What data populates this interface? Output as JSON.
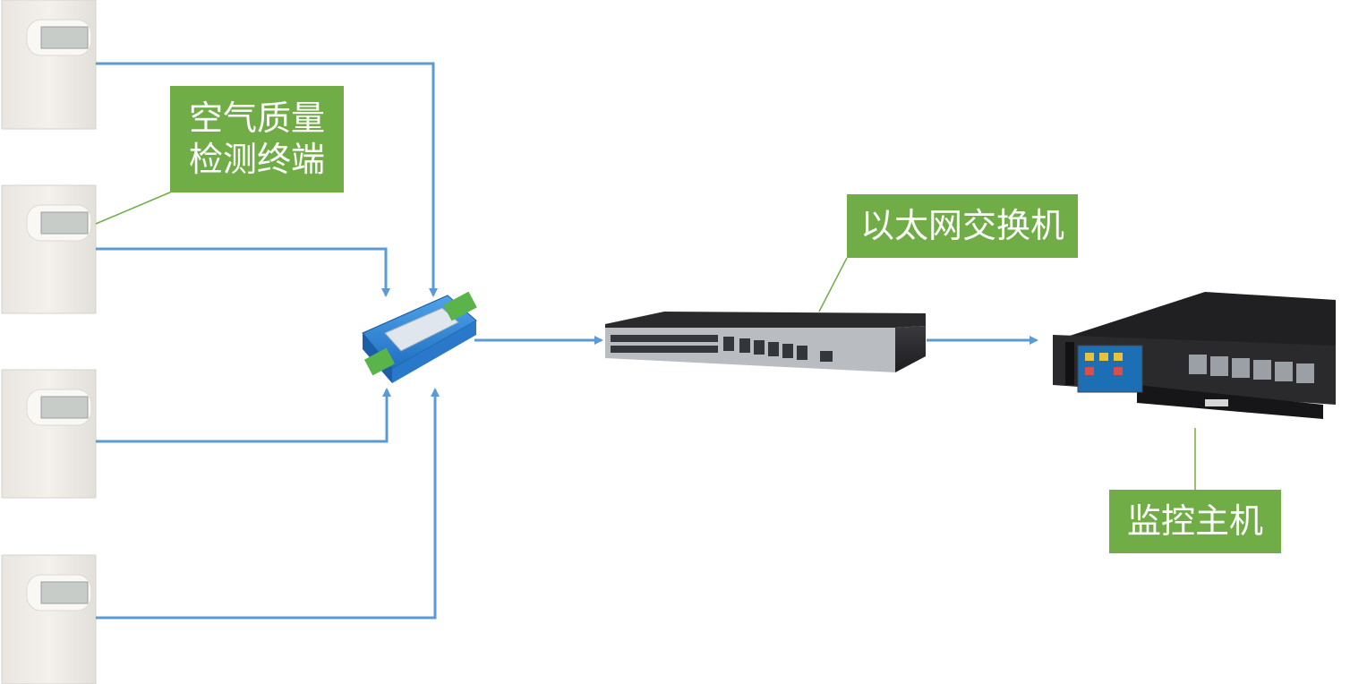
{
  "labels": {
    "sensor_line1": "空气质量",
    "sensor_line2": "检测终端",
    "switch": "以太网交换机",
    "host": "监控主机"
  },
  "colors": {
    "label_bg": "#70ad47",
    "label_text": "#ffffff",
    "connector": "#5b9bd5",
    "leader_line": "#70ad47"
  },
  "icons": {
    "sensor": "air-quality-terminal-icon",
    "converter": "serial-converter-icon",
    "switch": "ethernet-switch-icon",
    "host": "rack-monitor-host-icon"
  }
}
